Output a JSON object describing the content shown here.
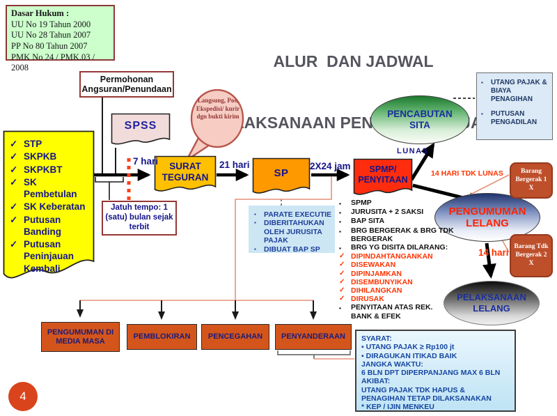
{
  "page": {
    "number": "4"
  },
  "icons": {
    "check": "✓",
    "bullet": "▪"
  },
  "palette": {
    "accent_red": "#ff3300",
    "navy": "#15158a",
    "gold": "#ffc000",
    "orange": "#ff9900",
    "shape_red": "#ff2d0d",
    "legal_green": "#ccffcc"
  },
  "legal": {
    "title": "Dasar Hukum :",
    "items": [
      "UU No 19 Tahun 2000",
      "UU No 28 Tahun 2007",
      "PP No 80 Tahun 2007",
      "PMK No 24 / PMK.03 / 2008"
    ]
  },
  "title": {
    "line1": "ALUR  DAN JADWAL",
    "line2": "PELAKSANAAN PENAGIHAN PAJAK"
  },
  "permohonan": {
    "text": "Permohonan Angsuran/Penundaan"
  },
  "spss": {
    "label": "SPSS"
  },
  "bubble": {
    "text": "Langsung, Pos, Ekspedisi/ kurir dgn bukti kirim"
  },
  "sources": {
    "items": [
      "STP",
      "SKPKB",
      "SKPKBT",
      "SK Pembetulan",
      "SK Keberatan",
      "Putusan Banding",
      "Putusan Peninjauan Kembali"
    ]
  },
  "labels": {
    "d7": "7 hari",
    "d21": "21 hari",
    "d2x24": "2X24 jam",
    "lunas": "LUNAS",
    "tdk_lunas": "14 HARI TDK LUNAS",
    "d14": "14 hari"
  },
  "nodes": {
    "surat_teguran": "SURAT TEGURAN",
    "sp": "SP",
    "spmp": "SPMP/ PENYITAAN",
    "pencabutan": "PENCABUTAN SITA",
    "pengumuman": "PENGUMUMAN LELANG",
    "pelaksanaan": "PELAKSANAAN LELANG",
    "jatuh_tempo": "Jatuh tempo: 1 (satu)  bulan sejak terbit",
    "barang1": "Barang Bergerak 1 X",
    "barang2": "Barang Tdk Bergerak 2 X"
  },
  "utang": {
    "items": [
      "UTANG PAJAK & BIAYA PENAGIHAN",
      "PUTUSAN PENGADILAN"
    ]
  },
  "parate": {
    "items": [
      "PARATE EXECUTIE",
      "DIBERITAHUKAN OLEH JURUSITA PAJAK",
      "DIBUAT BAP SP"
    ]
  },
  "penyitaan": {
    "items": [
      {
        "mark": "▪",
        "text": "SPMP",
        "variant": "black"
      },
      {
        "mark": "▪",
        "text": "JURUSITA + 2 SAKSI",
        "variant": "black"
      },
      {
        "mark": "▪",
        "text": "BAP SITA",
        "variant": "black"
      },
      {
        "mark": "▪",
        "text": "BRG BERGERAK & BRG TDK BERGERAK",
        "variant": "black"
      },
      {
        "mark": "▪",
        "text": "BRG YG DISITA DILARANG:",
        "variant": "black"
      },
      {
        "mark": "✓",
        "text": "DIPINDAHTANGANKAN",
        "variant": "red"
      },
      {
        "mark": "✓",
        "text": "DISEWAKAN",
        "variant": "red"
      },
      {
        "mark": "✓",
        "text": "DIPINJAMKAN",
        "variant": "red"
      },
      {
        "mark": "✓",
        "text": "DISEMBUNYIKAN",
        "variant": "red"
      },
      {
        "mark": "✓",
        "text": "DIHILANGKAN",
        "variant": "red"
      },
      {
        "mark": "✓",
        "text": "DIRUSAK",
        "variant": "red"
      },
      {
        "mark": "▪",
        "text": "PENYITAAN ATAS REK. BANK & EFEK",
        "variant": "black"
      }
    ]
  },
  "measures": {
    "items": [
      "PENGUMUMAN DI MEDIA MASA",
      "PEMBLOKIRAN",
      "PENCEGAHAN",
      "PENYANDERAAN"
    ]
  },
  "syarat": {
    "lines": [
      "SYARAT:",
      "▪ UTANG PAJAK ≥ Rp100 jt",
      "▪ DIRAGUKAN ITIKAD BAIK",
      "JANGKA WAKTU:",
      "6 BLN DPT DIPERPANJANG MAX 6 BLN",
      "AKIBAT:",
      "UTANG PAJAK TDK HAPUS &",
      "PENAGIHAN TETAP  DILAKSANAKAN",
      "* KEP / IJIN MENKEU"
    ]
  }
}
